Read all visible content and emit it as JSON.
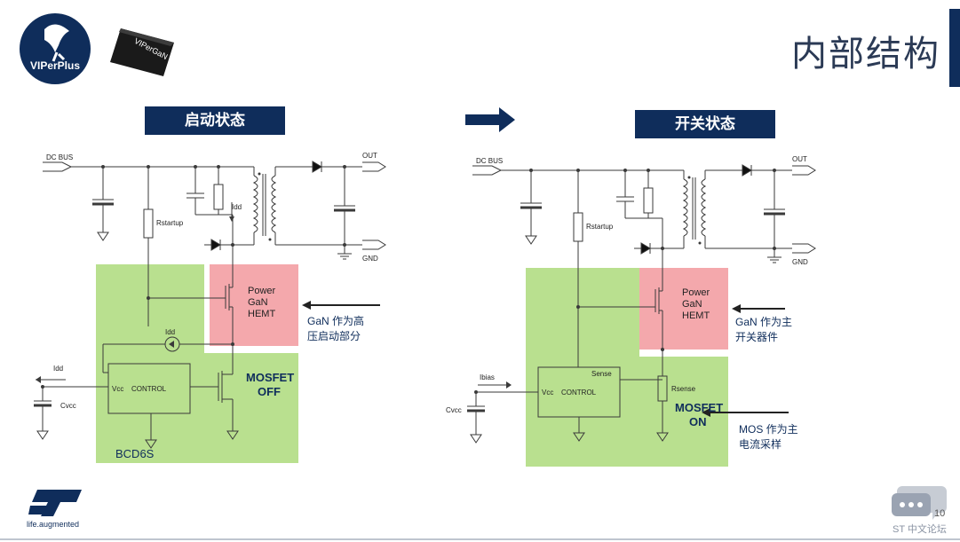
{
  "header": {
    "logo_text": "VIPerPlus",
    "chip_text": "VIPerGaN",
    "title": "内部结构"
  },
  "left": {
    "state_label": "启动状态",
    "net_dc_bus": "DC BUS",
    "net_out": "OUT",
    "net_gnd": "GND",
    "rstartup": "Rstartup",
    "idd_arrow": "Idd",
    "idd_src": "Idd",
    "idd_left": "Idd",
    "gan_label": [
      "Power",
      "GaN",
      "HEMT"
    ],
    "vcc": "Vcc",
    "control": "CONTROL",
    "cvcc": "Cvcc",
    "mosfet": [
      "MOSFET",
      "OFF"
    ],
    "bcd": "BCD6S",
    "annotation": [
      "GaN 作为高",
      "压启动部分"
    ]
  },
  "right": {
    "state_label": "开关状态",
    "net_dc_bus": "DC BUS",
    "net_out": "OUT",
    "net_gnd": "GND",
    "rstartup": "Rstartup",
    "gan_label": [
      "Power",
      "GaN",
      "HEMT"
    ],
    "ibias": "Ibias",
    "vcc": "Vcc",
    "control": "CONTROL",
    "sense": "Sense",
    "rsense": "Rsense",
    "cvcc": "Cvcc",
    "mosfet": [
      "MOSFET",
      "ON"
    ],
    "annotation_gan": [
      "GaN 作为主",
      "开关器件"
    ],
    "annotation_mos": [
      "MOS 作为主",
      "电流采样"
    ]
  },
  "footer": {
    "tagline": "life.augmented",
    "page_number": "10",
    "forum": "ST 中文论坛"
  },
  "colors": {
    "navy": "#0f2d5b",
    "green_region": "#b9e08f",
    "pink_region": "#f4a8ac",
    "wire": "#3a3a3a"
  }
}
